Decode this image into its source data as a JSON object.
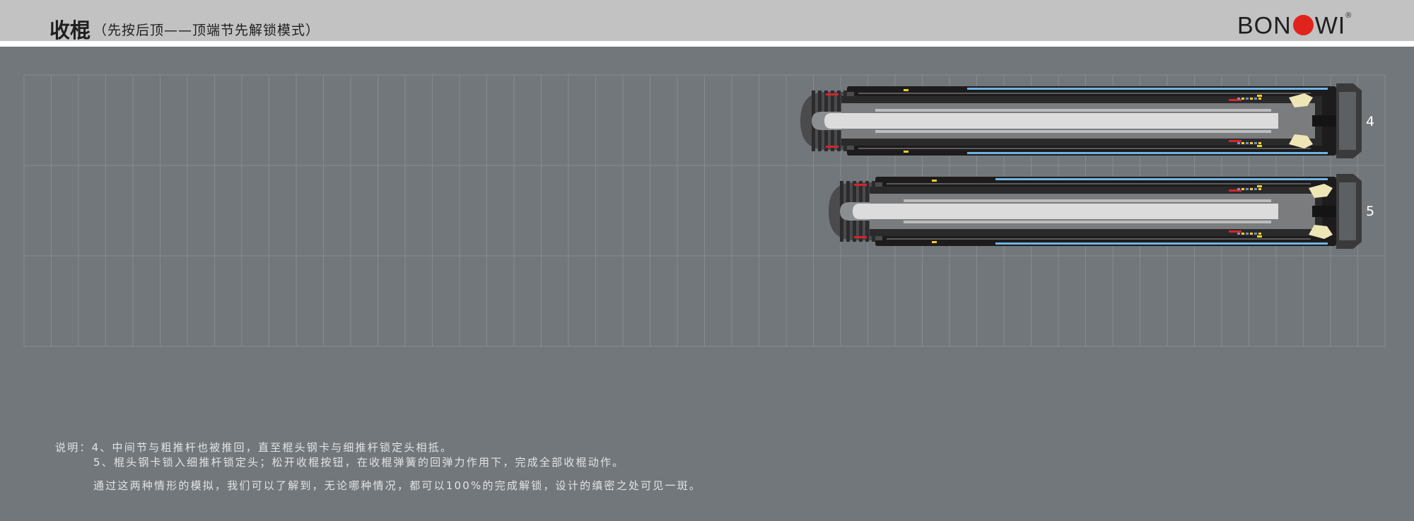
{
  "header": {
    "title": "收棍",
    "subtitle": "（先按后顶——顶端节先解锁模式）",
    "logo": {
      "left": "BON",
      "right": "WI",
      "reg_mark": "®",
      "dot_color": "#e0231d"
    }
  },
  "diagram": {
    "stages": [
      {
        "label": "4"
      },
      {
        "label": "5"
      }
    ],
    "colors": {
      "background": "#72777b",
      "grid_line": "#868b8f",
      "tube_dark": "#1d1b1c",
      "inner_rod": "#dcdcdc",
      "blue_stripe": "#6fb6e4",
      "red_mark": "#d3262a",
      "yellow_mark": "#f1cf2c",
      "lock_head": "#efe6b6"
    }
  },
  "notes": {
    "prefix": "说明：",
    "line1": "4、中间节与粗推杆也被推回，直至棍头钢卡与细推杆锁定头相抵。",
    "line2": "5、棍头钢卡锁入细推杆锁定头；松开收棍按钮，在收棍弹簧的回弹力作用下，完成全部收棍动作。",
    "line3": "通过这两种情形的模拟，我们可以了解到，无论哪种情况，都可以100%的完成解锁，设计的缜密之处可见一斑。"
  }
}
